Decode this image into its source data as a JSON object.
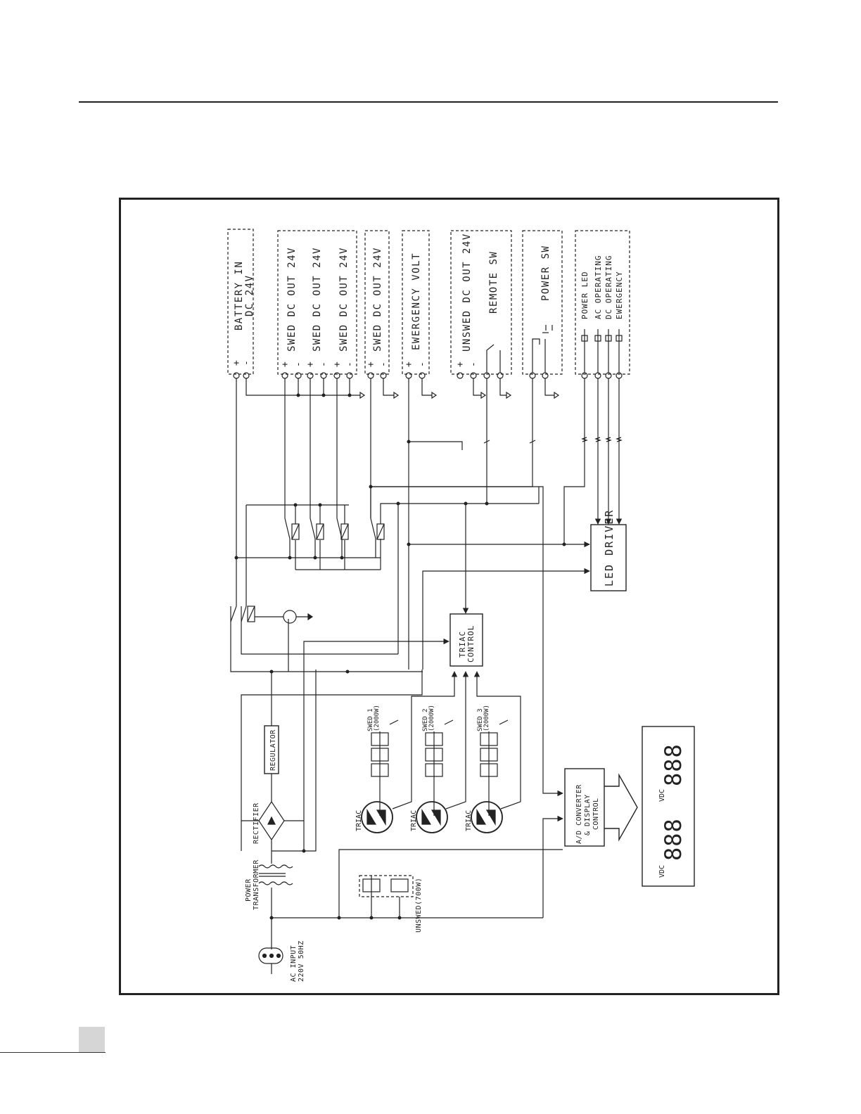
{
  "connectors": {
    "battery": {
      "title": "BATTERY IN",
      "subtitle": "DC 24V",
      "pins": [
        "+",
        "-"
      ]
    },
    "swed_out": {
      "labels": [
        "SWED DC OUT 24V",
        "SWED DC OUT 24V",
        "SWED DC OUT 24V"
      ],
      "pins": [
        "+",
        "-",
        "+",
        "-",
        "+",
        "-"
      ]
    },
    "swed_out_4": {
      "label": "SWED DC OUT 24V",
      "pins": [
        "+",
        "-"
      ]
    },
    "emergency": {
      "label": "EWERGENCY VOLT",
      "pins": [
        "+",
        "-"
      ]
    },
    "unswed_out": {
      "label": "UNSWED DC OUT 24V",
      "remote": "REMOTE SW",
      "pins": [
        "+",
        "-"
      ]
    },
    "power_sw": {
      "label": "POWER SW"
    },
    "leds": {
      "labels": [
        "POWER LED",
        "AC OPERATING",
        "DC OPERATING",
        "EWERGENCY"
      ]
    }
  },
  "blocks": {
    "led_driver": "LED DRIVER",
    "triac_control": [
      "TRIAC",
      "CONTROL"
    ],
    "regulator": "REGULATOR",
    "rectifier": "RECTIFIER",
    "transformer": [
      "POWER",
      "TRANSFORMER"
    ],
    "ac_input": [
      "AC INPUT",
      "220V 50HZ"
    ],
    "ad_converter": [
      "A/D CONVERTER",
      "& DISPLAY",
      "CONTROL"
    ],
    "triac_label": "TRIAC",
    "sweds": [
      {
        "name": "SWED 1",
        "rating": "(2000W)"
      },
      {
        "name": "SWED 2",
        "rating": "(2000W)"
      },
      {
        "name": "SWED 3",
        "rating": "(2000W)"
      }
    ],
    "unswed": "UNSWED(700W)"
  },
  "display": {
    "unit": "VDC",
    "digits": "888"
  }
}
